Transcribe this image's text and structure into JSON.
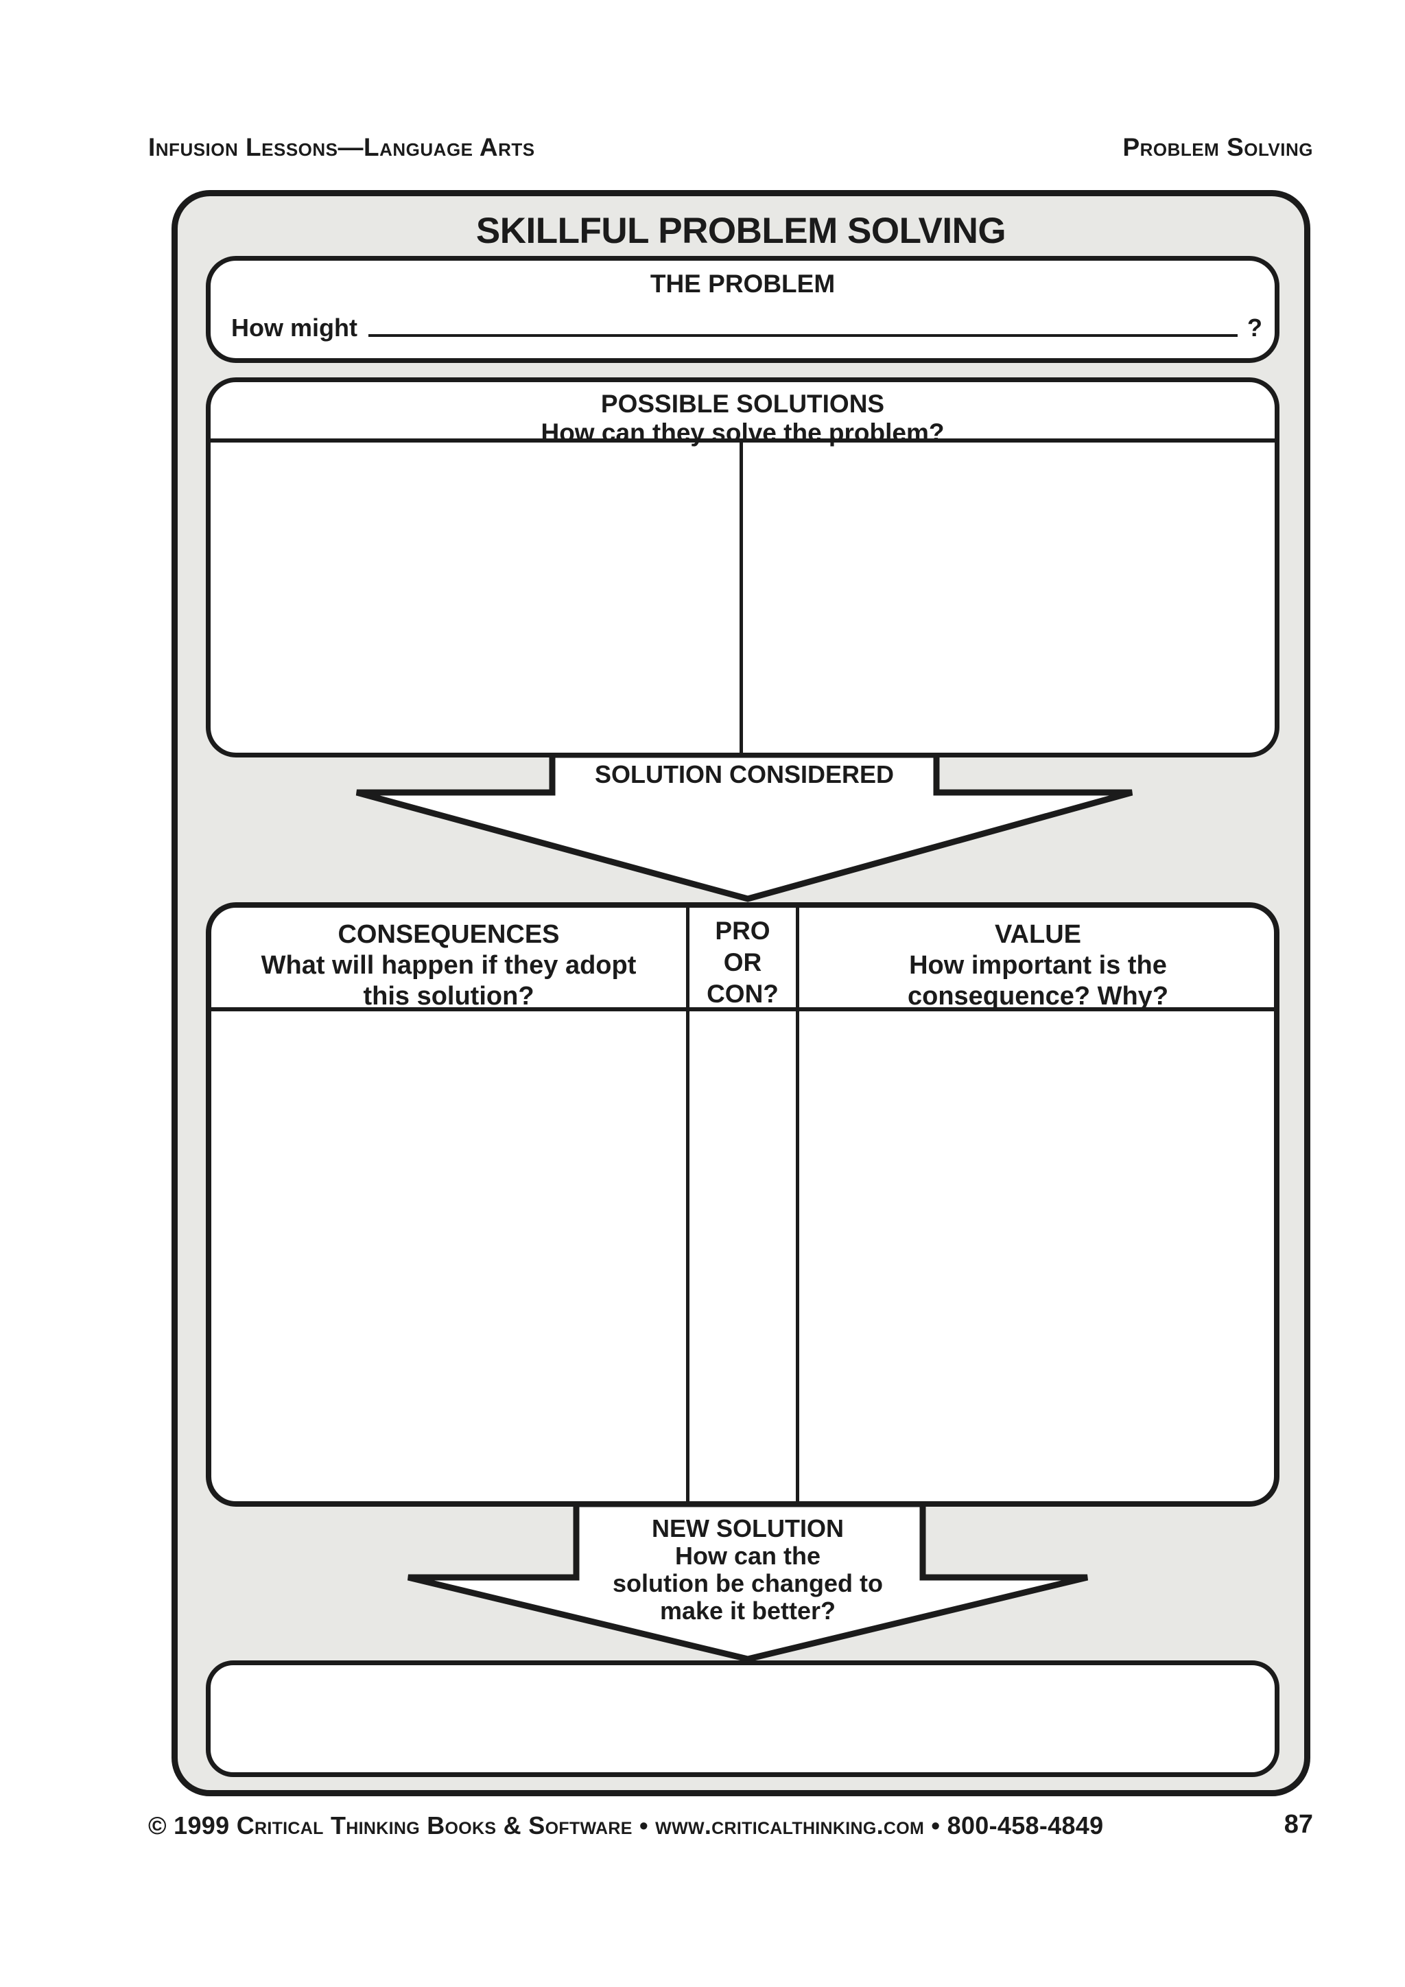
{
  "colors": {
    "ink": "#1b1b1b",
    "panel_bg": "#e8e8e5",
    "paper": "#ffffff"
  },
  "header": {
    "left": "Infusion Lessons—Language Arts",
    "right": "Problem Solving"
  },
  "footer": {
    "credit": "© 1999 Critical Thinking Books & Software • www.criticalthinking.com • 800-458-4849",
    "page_number": "87"
  },
  "organizer": {
    "title": "SKILLFUL PROBLEM SOLVING",
    "problem": {
      "heading": "THE PROBLEM",
      "prompt": "How might",
      "suffix": "?",
      "answer": ""
    },
    "possible_solutions": {
      "heading": "POSSIBLE SOLUTIONS",
      "subheading": "How can they solve the problem?",
      "cells": [
        "",
        ""
      ]
    },
    "solution_considered": {
      "label": "SOLUTION CONSIDERED"
    },
    "consequences": {
      "left": {
        "heading": "CONSEQUENCES",
        "sub_lines": [
          "What will happen if they adopt",
          "this solution?"
        ],
        "cell": ""
      },
      "middle": {
        "lines": [
          "PRO",
          "OR",
          "CON?"
        ],
        "cell": ""
      },
      "right": {
        "heading": "VALUE",
        "sub_lines": [
          "How important is the",
          "consequence? Why?"
        ],
        "cell": ""
      }
    },
    "new_solution": {
      "lines": [
        "NEW SOLUTION",
        "How can the",
        "solution be changed to",
        "make it better?"
      ]
    },
    "final_solution_cell": ""
  }
}
